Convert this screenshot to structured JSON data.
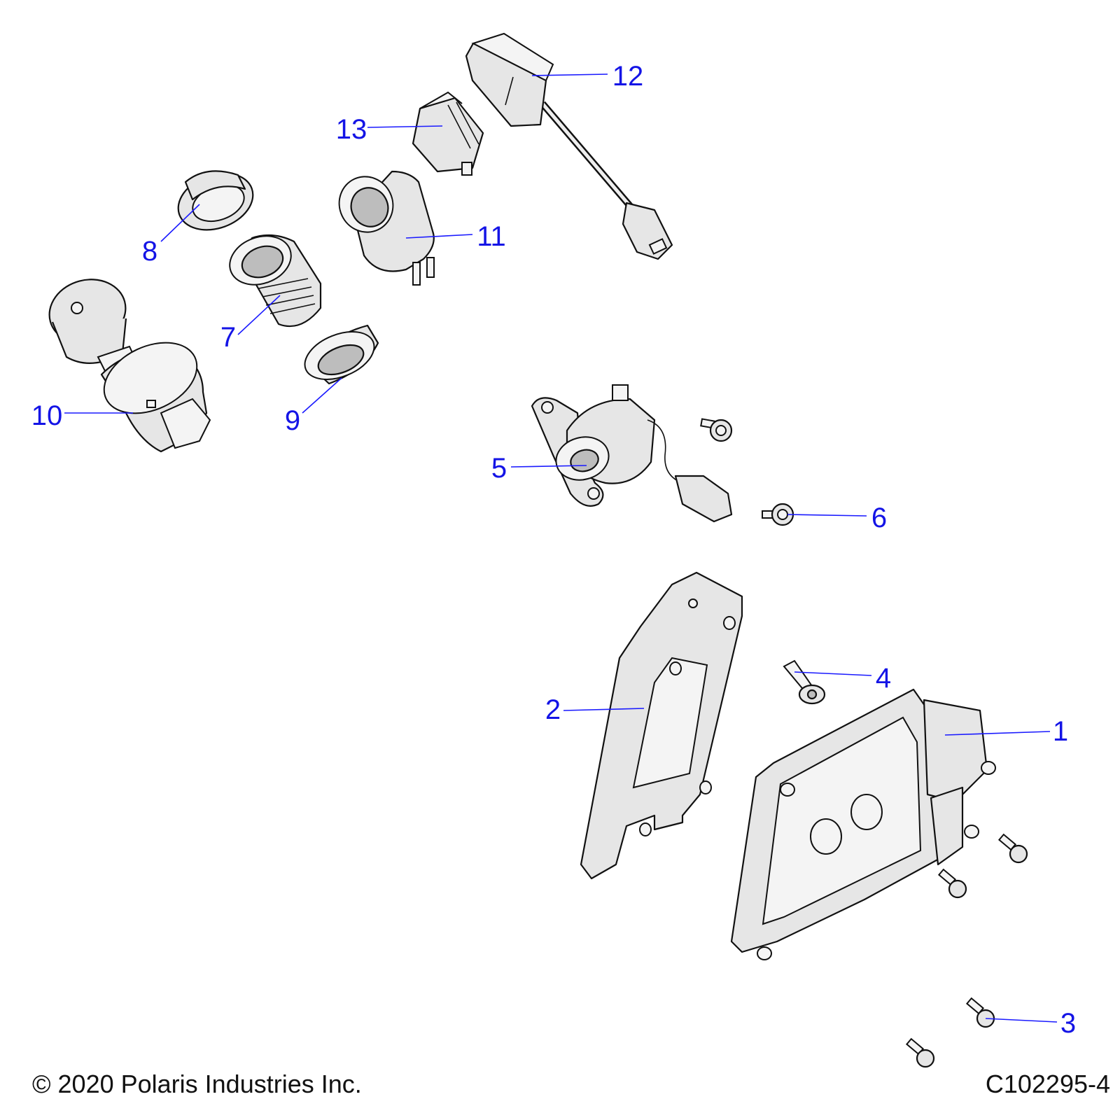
{
  "footer": {
    "copyright": "© 2020 Polaris Industries Inc.",
    "figure_id": "C102295-4"
  },
  "callouts": {
    "c1": "1",
    "c2": "2",
    "c3": "3",
    "c4": "4",
    "c5": "5",
    "c6": "6",
    "c7": "7",
    "c8": "8",
    "c9": "9",
    "c10": "10",
    "c11": "11",
    "c12": "12",
    "c13": "13"
  },
  "colors": {
    "callout": "#1414e6",
    "leader": "#1a1aff",
    "part_fill": "#e6e6e6",
    "outline": "#111111"
  }
}
